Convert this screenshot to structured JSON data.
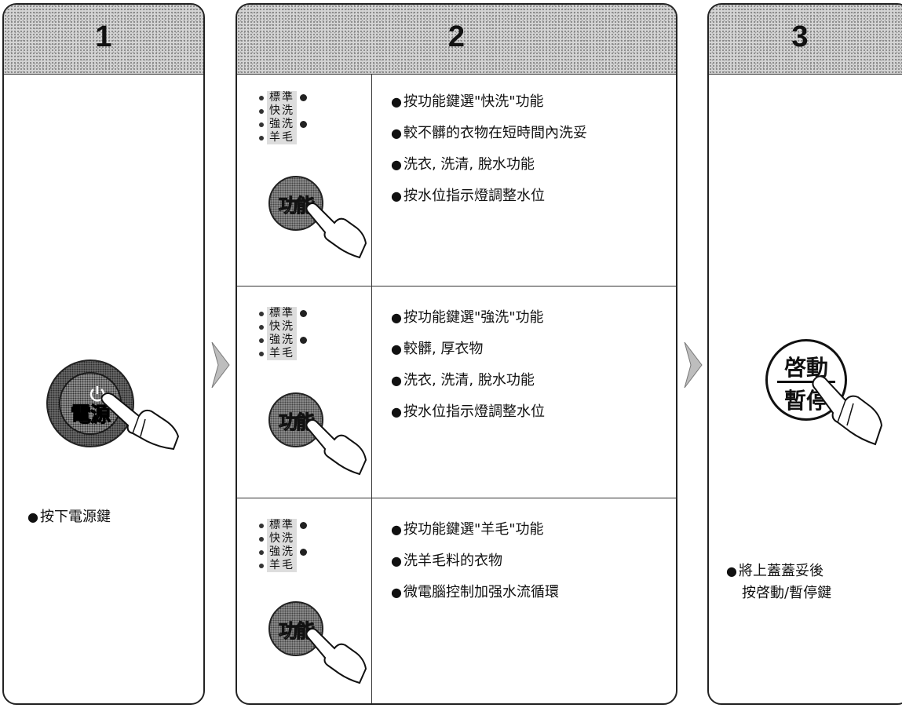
{
  "steps": [
    {
      "number": "1",
      "note": "按下電源鍵",
      "button_label": "電源"
    },
    {
      "number": "2",
      "indicator_labels": [
        "標準",
        "快洗",
        "強洗",
        "羊毛"
      ],
      "button_label": "功能",
      "modes": [
        {
          "lines": [
            "按功能鍵選\"快洗\"功能",
            "較不髒的衣物在短時間內洗妥",
            "洗衣, 洗清, 脫水功能",
            "按水位指示燈調整水位"
          ]
        },
        {
          "lines": [
            "按功能鍵選\"強洗\"功能",
            "較髒, 厚衣物",
            "洗衣, 洗清, 脫水功能",
            "按水位指示燈調整水位"
          ]
        },
        {
          "lines": [
            "按功能鍵選\"羊毛\"功能",
            "洗羊毛料的衣物",
            "微電腦控制加强水流循環"
          ]
        }
      ]
    },
    {
      "number": "3",
      "note_line1": "將上蓋蓋妥後",
      "note_line2": "按啓動/暫停鍵",
      "button_top": "啓動",
      "button_bottom": "暫停"
    }
  ],
  "bullet": "●"
}
